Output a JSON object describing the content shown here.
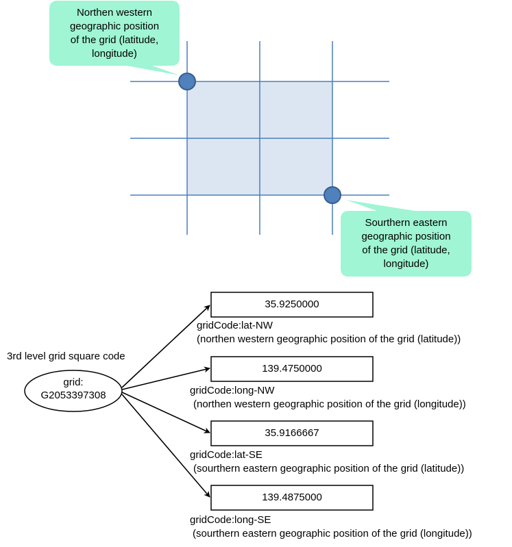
{
  "callouts": {
    "nw": {
      "line1": "Northen western",
      "line2": "geographic position",
      "line3": "of the grid (latitude,",
      "line4": "longitude)"
    },
    "se": {
      "line1": "Sourthern eastern",
      "line2": "geographic position",
      "line3": "of the grid (latitude,",
      "line4": "longitude)"
    }
  },
  "grid_node": {
    "caption": "3rd level grid square code",
    "line1": "grid:",
    "line2": "G2053397308"
  },
  "properties": [
    {
      "value": "35.9250000",
      "code": "gridCode:lat-NW",
      "description": "(northen western geographic position of the grid (latitude))"
    },
    {
      "value": "139.4750000",
      "code": "gridCode:long-NW",
      "description": "(northen western geographic position of the grid (longitude))"
    },
    {
      "value": "35.9166667",
      "code": "gridCode:lat-SE",
      "description": "(sourthern eastern geographic position of the grid (latitude))"
    },
    {
      "value": "139.4875000",
      "code": "gridCode:long-SE",
      "description": "(sourthern eastern geographic position of the grid (longitude))"
    }
  ],
  "colors": {
    "grid_line": "#4a7ebb",
    "cell_fill": "#dce6f2",
    "corner_dot": "#4f81bd",
    "corner_dot_border": "#385d8a",
    "callout_fill": "#9ff5d4"
  }
}
